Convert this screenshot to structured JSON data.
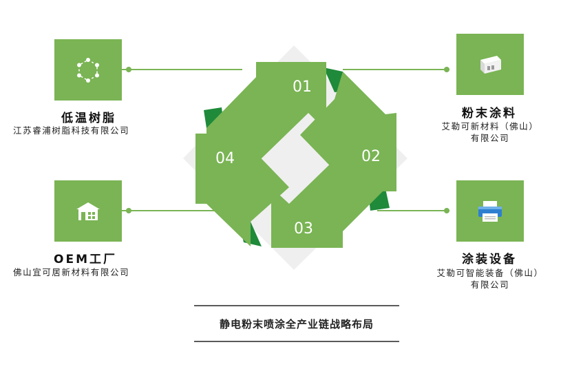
{
  "nodes": [
    {
      "title": "低温树脂",
      "company": "江苏睿浦树脂科技有限公司",
      "icon": "hexagon-dots-icon"
    },
    {
      "title": "粉末涂料",
      "company_line1": "艾勒可新材料（佛山）",
      "company_line2": "有限公司",
      "icon": "powder-package-icon"
    },
    {
      "title": "OEM工厂",
      "company": "佛山宜可居新材料有限公司",
      "icon": "factory-house-icon"
    },
    {
      "title": "涂装设备",
      "company_line1": "艾勒可智能装备（佛山）",
      "company_line2": "有限公司",
      "icon": "printer-equipment-icon"
    }
  ],
  "cycle": {
    "steps": [
      {
        "label": "01"
      },
      {
        "label": "02"
      },
      {
        "label": "03"
      },
      {
        "label": "04"
      }
    ]
  },
  "caption": "静电粉末喷涂全产业链战略布局",
  "colors": {
    "accent": "#7ab454",
    "dark_green": "#1f8a3a",
    "diamond_bg": "#efefef"
  }
}
